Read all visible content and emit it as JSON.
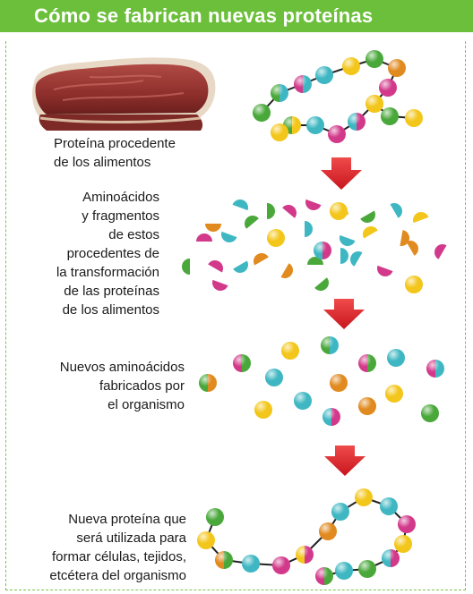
{
  "title": "Cómo se fabrican nuevas proteínas",
  "colors": {
    "title_bar": "#6bbf3a",
    "arrow": "#e4232c",
    "bead_palette": [
      "#f3c61b",
      "#3fb7c2",
      "#d2398a",
      "#4aa83b",
      "#e08a1f"
    ]
  },
  "icons": {
    "food": "meat-steak-icon",
    "step_arrow": "down-arrow-icon",
    "amino": "amino-acid-bead-icon"
  },
  "steps": [
    {
      "label": "Proteína procedente\nde los alimentos"
    },
    {
      "label": "Aminoácidos\ny fragmentos\nde estos\nprocedentes de\nla transformación\nde las proteínas\nde los alimentos"
    },
    {
      "label": "Nuevos aminoácidos\nfabricados por\nel organismo"
    },
    {
      "label": "Nueva proteína que\nserá utilizada para\nformar células, tejidos,\netcétera del organismo"
    }
  ]
}
